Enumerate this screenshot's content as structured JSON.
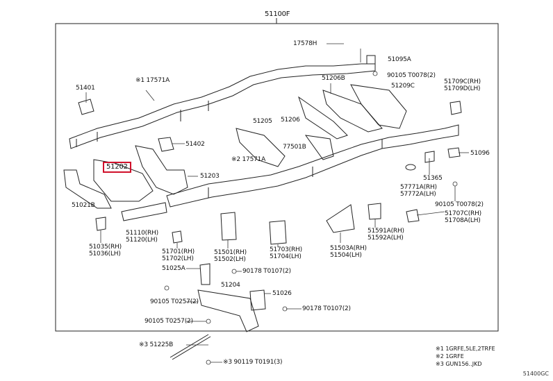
{
  "diagram": {
    "title": "51100F",
    "figure_code": "51400GC",
    "highlighted_part": "51202",
    "labels": {
      "p17578H": "17578H",
      "p51095A": "51095A",
      "p90105a": "90105 T0078(2)",
      "p51206B": "51206B",
      "p51209C": "51209C",
      "p51709C": "51709C(RH)",
      "p51709D": "51709D(LH)",
      "p51401": "51401",
      "p17571Aa": "※1 17571A",
      "p51205": "51205",
      "p51206": "51206",
      "p77501B": "77501B",
      "p51402": "51402",
      "p51202": "51202",
      "p17571Ab": "※2 17571A",
      "p51203": "51203",
      "p51096": "51096",
      "p57771A": "57771A(RH)",
      "p57772A": "57772A(LH)",
      "p51365": "51365",
      "p51021B": "51021B",
      "p90105b": "90105 T0078(2)",
      "p51707C": "51707C(RH)",
      "p51708A": "51708A(LH)",
      "p51110": "51110(RH)",
      "p51120": "51120(LH)",
      "p51591A": "51591A(RH)",
      "p51592A": "51592A(LH)",
      "p51035": "51035(RH)",
      "p51036": "51036(LH)",
      "p51701": "51701(RH)",
      "p51702": "51702(LH)",
      "p51501": "51501(RH)",
      "p51502": "51502(LH)",
      "p51703": "51703(RH)",
      "p51704": "51704(LH)",
      "p51503A": "51503A(RH)",
      "p51504": "51504(LH)",
      "p51025A": "51025A",
      "p90178a": "90178 T0107(2)",
      "p51204": "51204",
      "p51026": "51026",
      "p90105c": "90105 T0257(2)",
      "p90178b": "90178 T0107(2)",
      "p90105d": "90105 T0257(2)",
      "p51225B": "※3 51225B",
      "p90119": "※3 90119 T0191(3)"
    },
    "notes": [
      "※1 1GRFE,5LE,2TRFE",
      "※2 1GRFE",
      "※3 GUN156..JKD"
    ]
  }
}
